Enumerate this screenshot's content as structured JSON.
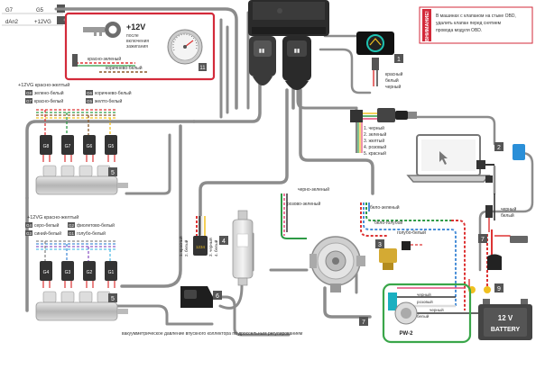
{
  "top_left": {
    "codes": [
      "G7",
      "G5",
      "dAn2",
      "+12VG"
    ]
  },
  "ignition_box": {
    "plus12v": "+12V",
    "note": [
      "после",
      "включения",
      "зажигания"
    ],
    "wire1": "красно-зеленый",
    "wire2": "коричнево-белый"
  },
  "warning": {
    "banner": "ВНИМАНИЕ!",
    "text": [
      "В машинах с клапаном на стыке OBD,",
      "удалить клапан перед снятием",
      "провода модуля OBD."
    ]
  },
  "gauge_wires": [
    "красный",
    "белый",
    "черный"
  ],
  "obd_wires": [
    "1. черный",
    "2. зеленый",
    "3. желтый",
    "4. розовый",
    "5. красный"
  ],
  "injector_group_top": {
    "supply": "+12VG красно-желтый",
    "rows": [
      {
        "code": "G8",
        "color": "зелено-белый"
      },
      {
        "code": "G7",
        "color": "красно-белый"
      },
      {
        "code": "G6",
        "color": "коричнево-белый"
      },
      {
        "code": "G5",
        "color": "желто-белый"
      }
    ],
    "connectors": [
      "G8",
      "G7",
      "G6",
      "G5"
    ]
  },
  "injector_group_bottom": {
    "supply": "+12VG красно-желтый",
    "rows": [
      {
        "code": "G4",
        "color": "серо-белый"
      },
      {
        "code": "G3",
        "color": "синий-белый"
      },
      {
        "code": "G2",
        "color": "фиолетово-белый"
      },
      {
        "code": "G1",
        "color": "голубо-белый"
      }
    ],
    "connectors": [
      "G4",
      "G3",
      "G2",
      "G1"
    ]
  },
  "center_wires": {
    "black_green": "черно-зеленый",
    "pink_green": "розово-зеленый",
    "white_green": "бело-зеленый",
    "white_blue": "бело-голубой",
    "blue_white": "голубо-белый"
  },
  "sensor_wires": [
    "черный",
    "белый"
  ],
  "pressure_sensor_wires": [
    "1. красный",
    "2. белый",
    "3. черный",
    "4. белый"
  ],
  "sensor_code": "1234",
  "vacuum_note": "вакуумметрическое давление впускного коллектора по дроссельным регулированием",
  "pw2": {
    "label": "PW-2",
    "wires": [
      "черный",
      "розовый",
      "белый",
      "черный"
    ]
  },
  "battery": {
    "voltage": "12 V",
    "name": "BATTERY"
  },
  "numbers": [
    "1",
    "2",
    "3",
    "4",
    "5",
    "5",
    "6",
    "7",
    "9",
    "10",
    "11"
  ],
  "colors": {
    "ignition_frame": "#d32a3a",
    "pw2_frame": "#3aa64a",
    "cable_gray": "#8c8c8c",
    "label_box": "#555555"
  }
}
